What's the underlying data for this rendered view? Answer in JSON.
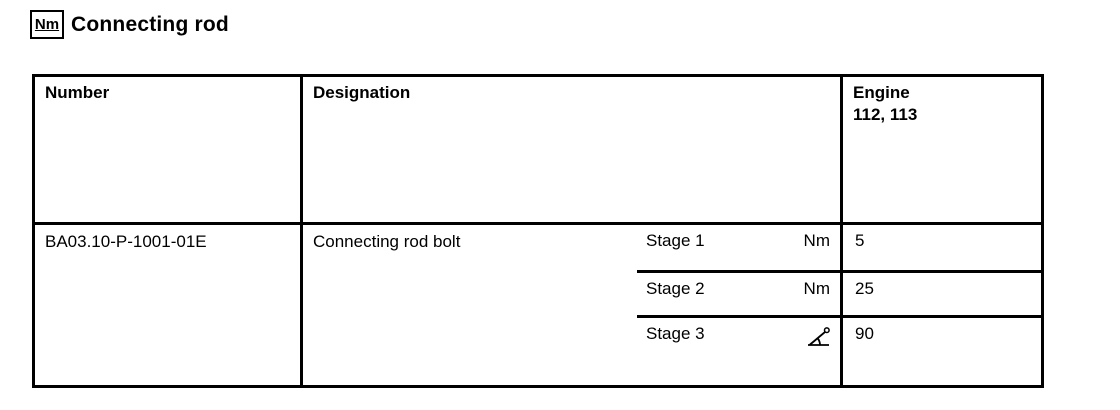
{
  "page": {
    "icon_label": "Nm",
    "title": "Connecting rod"
  },
  "table": {
    "header": {
      "number": "Number",
      "designation": "Designation",
      "engine_line1": "Engine",
      "engine_line2": "112, 113"
    },
    "row": {
      "number": "BA03.10-P-1001-01E",
      "designation": "Connecting rod bolt",
      "stages": [
        {
          "label": "Stage 1",
          "unit": "Nm",
          "value": "5"
        },
        {
          "label": "Stage 2",
          "unit": "Nm",
          "value": "25"
        },
        {
          "label": "Stage 3",
          "unit_icon": "angle-degrees-icon",
          "value": "90"
        }
      ]
    }
  },
  "colors": {
    "ink": "#000000",
    "background": "#ffffff"
  }
}
